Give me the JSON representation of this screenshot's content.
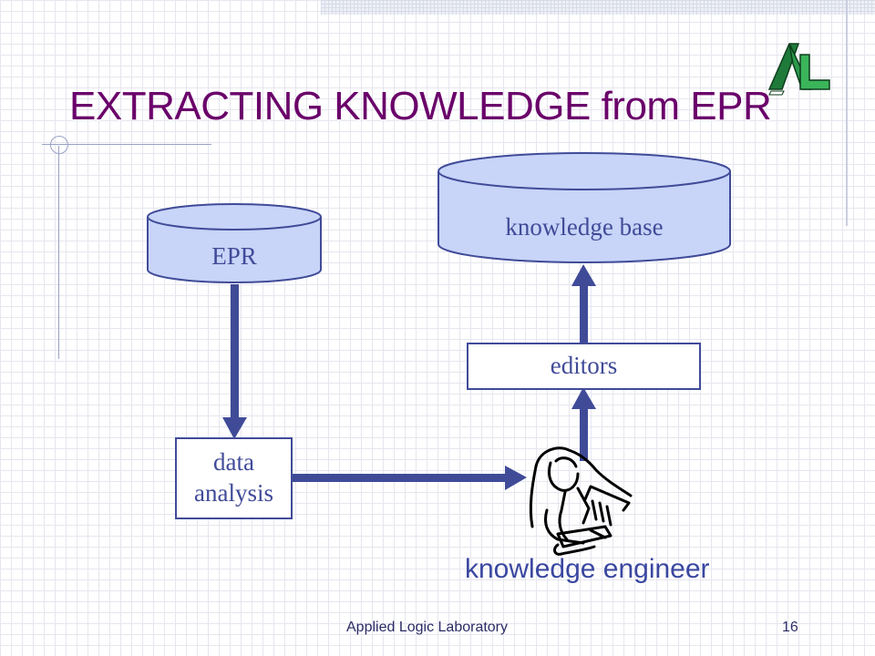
{
  "slide": {
    "title": "EXTRACTING KNOWLEDGE from EPR",
    "footer": "Applied Logic Laboratory",
    "page_number": "16"
  },
  "diagram": {
    "nodes": {
      "epr": "EPR",
      "knowledge_base": "knowledge base",
      "editors": "editors",
      "data_analysis_line1": "data",
      "data_analysis_line2": "analysis",
      "knowledge_engineer": "knowledge engineer"
    },
    "colors": {
      "cylinder_fill": "#c8d4f8",
      "stroke": "#404b98",
      "title": "#6a006a",
      "caption": "#3a47a0"
    },
    "icons": [
      "person-writing-icon",
      "logo-icon"
    ]
  }
}
